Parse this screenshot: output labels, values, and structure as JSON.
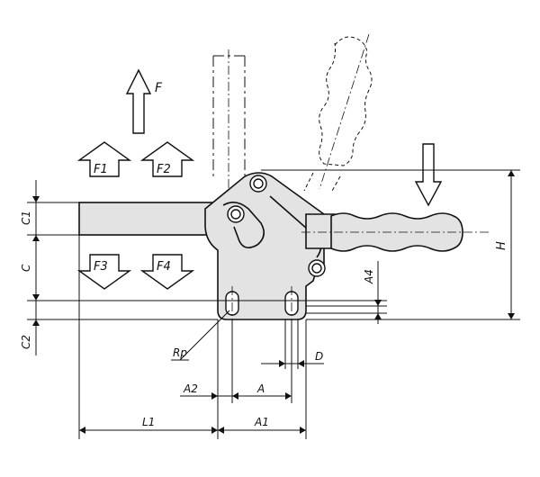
{
  "labels": {
    "F": "F",
    "F1": "F1",
    "F2": "F2",
    "F3": "F3",
    "F4": "F4",
    "C1": "C1",
    "C": "C",
    "C2": "C2",
    "H": "H",
    "A4": "A4",
    "Rp": "Rp",
    "D": "D",
    "A2": "A2",
    "A": "A",
    "L1": "L1",
    "A1": "A1"
  },
  "colors": {
    "part_fill": "#e3e3e3",
    "line": "#111111",
    "background": "#ffffff"
  }
}
